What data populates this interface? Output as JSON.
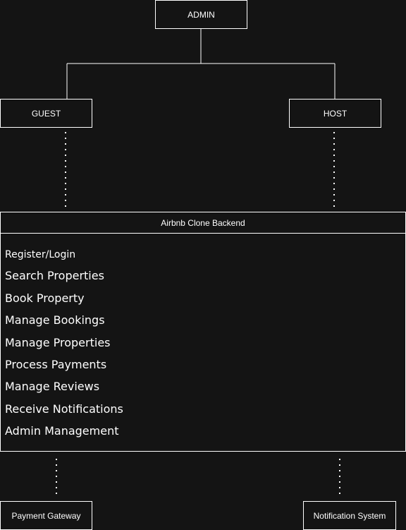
{
  "nodes": {
    "admin": "ADMIN",
    "guest": "GUEST",
    "host": "HOST",
    "payment_gateway": "Payment Gateway",
    "notification_system": "Notification System"
  },
  "backend": {
    "title": "Airbnb Clone Backend",
    "items": [
      "Register/Login",
      "Search Properties",
      "Book Property",
      "Manage Bookings",
      "Manage Properties",
      "Process Payments",
      "Manage Reviews",
      "Receive Notifications",
      "Admin Management"
    ]
  },
  "colors": {
    "background": "#141414",
    "stroke": "#ffffff",
    "text": "#ffffff"
  }
}
